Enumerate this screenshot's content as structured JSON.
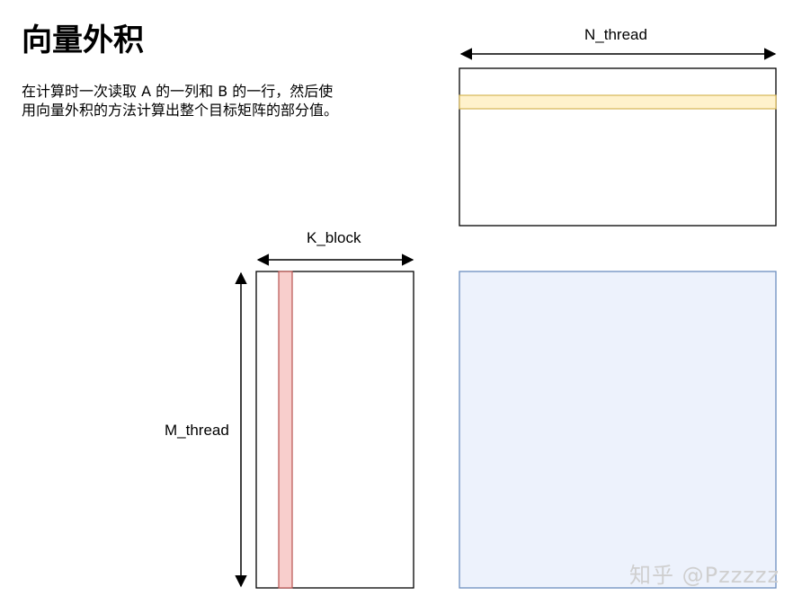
{
  "heading": "向量外积",
  "description": {
    "line1": "在计算时一次读取 A 的一列和 B 的一行，然后使",
    "line2": "用向量外积的方法计算出整个目标矩阵的部分值。"
  },
  "labels": {
    "n_thread": "N_thread",
    "k_block": "K_block",
    "m_thread": "M_thread"
  },
  "watermark": "知乎 @Pzzzzz",
  "colors": {
    "row_highlight_fill": "#fff2cc",
    "row_highlight_stroke": "#d6b656",
    "col_highlight_fill": "#f8cecc",
    "col_highlight_stroke": "#b85450",
    "result_fill": "#edf2fc",
    "result_stroke": "#6c8ebf"
  }
}
